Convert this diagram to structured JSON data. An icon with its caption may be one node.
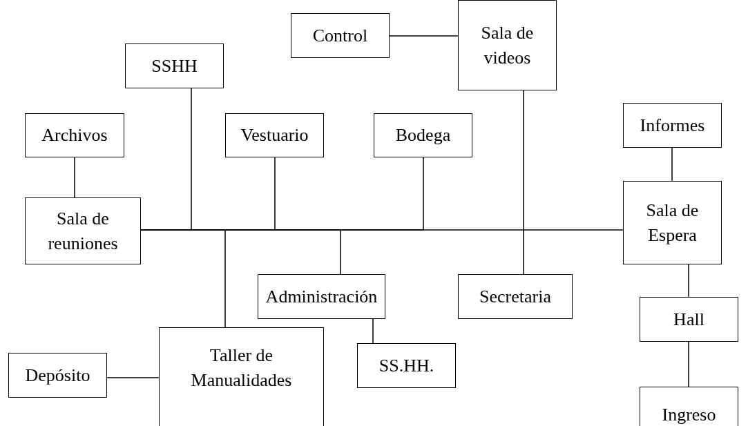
{
  "diagram": {
    "nodes": [
      {
        "text": [
          "Control"
        ]
      },
      {
        "text": [
          "Sala de videos"
        ]
      },
      {
        "text": [
          "SSHH"
        ]
      },
      {
        "text": [
          "Archivos"
        ]
      },
      {
        "text": [
          "Vestuario"
        ]
      },
      {
        "text": [
          "Bodega"
        ]
      },
      {
        "text": [
          "Informes"
        ]
      },
      {
        "text": [
          "Sala de reuniones"
        ]
      },
      {
        "text": [
          "Sala de Espera"
        ]
      },
      {
        "text": [
          "Administración"
        ]
      },
      {
        "text": [
          "Secretaria"
        ]
      },
      {
        "text": [
          "Hall"
        ]
      },
      {
        "text": [
          "Taller de Manualidades"
        ]
      },
      {
        "text": [
          "Depósito"
        ]
      },
      {
        "text": [
          "SS.HH."
        ]
      },
      {
        "text": [
          "Ingreso"
        ]
      }
    ],
    "edges": [
      {
        "from": 0,
        "to": 1,
        "arrow": "none"
      },
      {
        "from": 3,
        "to": 7,
        "arrow": "none"
      },
      {
        "from": 6,
        "to": 8,
        "arrow": "none"
      },
      {
        "from": 8,
        "to": 11,
        "arrow": "none"
      },
      {
        "from": 11,
        "to": 15,
        "arrow": "none"
      },
      {
        "from": 9,
        "to": 14,
        "arrow": "none"
      },
      {
        "from": 13,
        "to": 12,
        "arrow": "none"
      },
      {
        "from": 1,
        "to": 10,
        "arrow": "none"
      },
      {
        "from": 7,
        "to": 8,
        "arrow": "none"
      },
      {
        "from": 7,
        "to": 2,
        "arrow": "none"
      },
      {
        "from": 7,
        "to": 4,
        "arrow": "none"
      },
      {
        "from": 7,
        "to": 5,
        "arrow": "none"
      },
      {
        "from": 7,
        "to": 9,
        "arrow": "none"
      },
      {
        "from": 7,
        "to": 12,
        "arrow": "none"
      }
    ]
  }
}
